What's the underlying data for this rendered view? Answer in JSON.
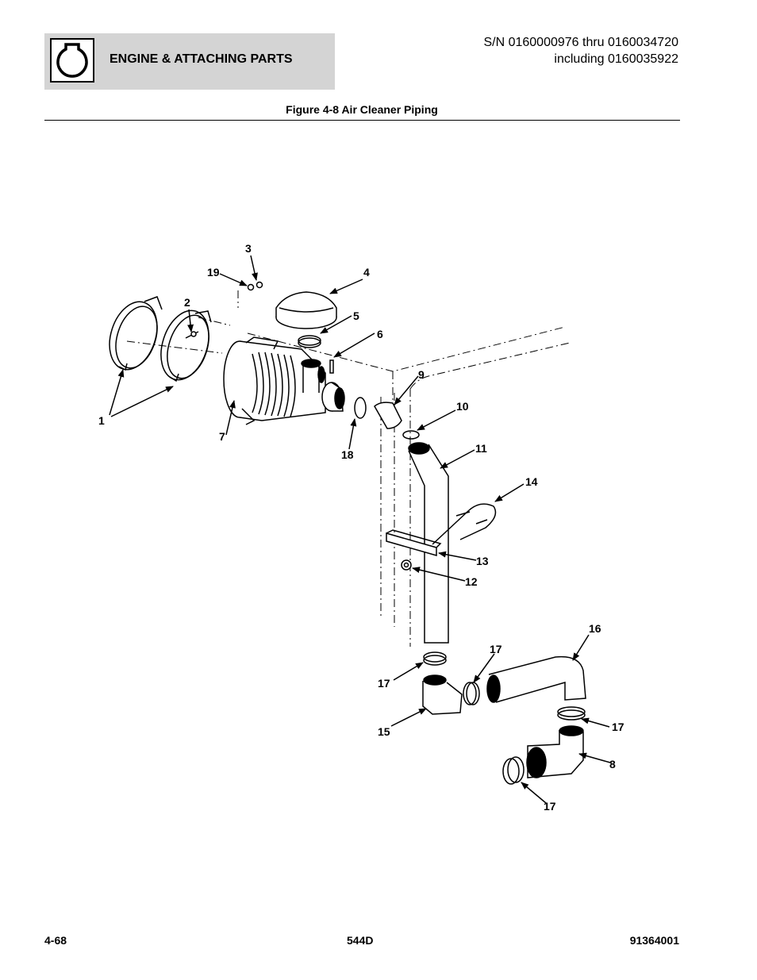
{
  "header": {
    "section_title": "ENGINE & ATTACHING PARTS",
    "serial_line1": "S/N 0160000976 thru 0160034720",
    "serial_line2": "including 0160035922",
    "icon": "engine-icon"
  },
  "figure": {
    "caption": "Figure 4-8 Air Cleaner Piping",
    "callouts": [
      "1",
      "2",
      "3",
      "4",
      "5",
      "6",
      "7",
      "8",
      "9",
      "10",
      "11",
      "12",
      "13",
      "14",
      "15",
      "16",
      "17",
      "17",
      "17",
      "17",
      "18",
      "19"
    ]
  },
  "footer": {
    "page_number": "4-68",
    "model": "544D",
    "manual_number": "91364001"
  }
}
